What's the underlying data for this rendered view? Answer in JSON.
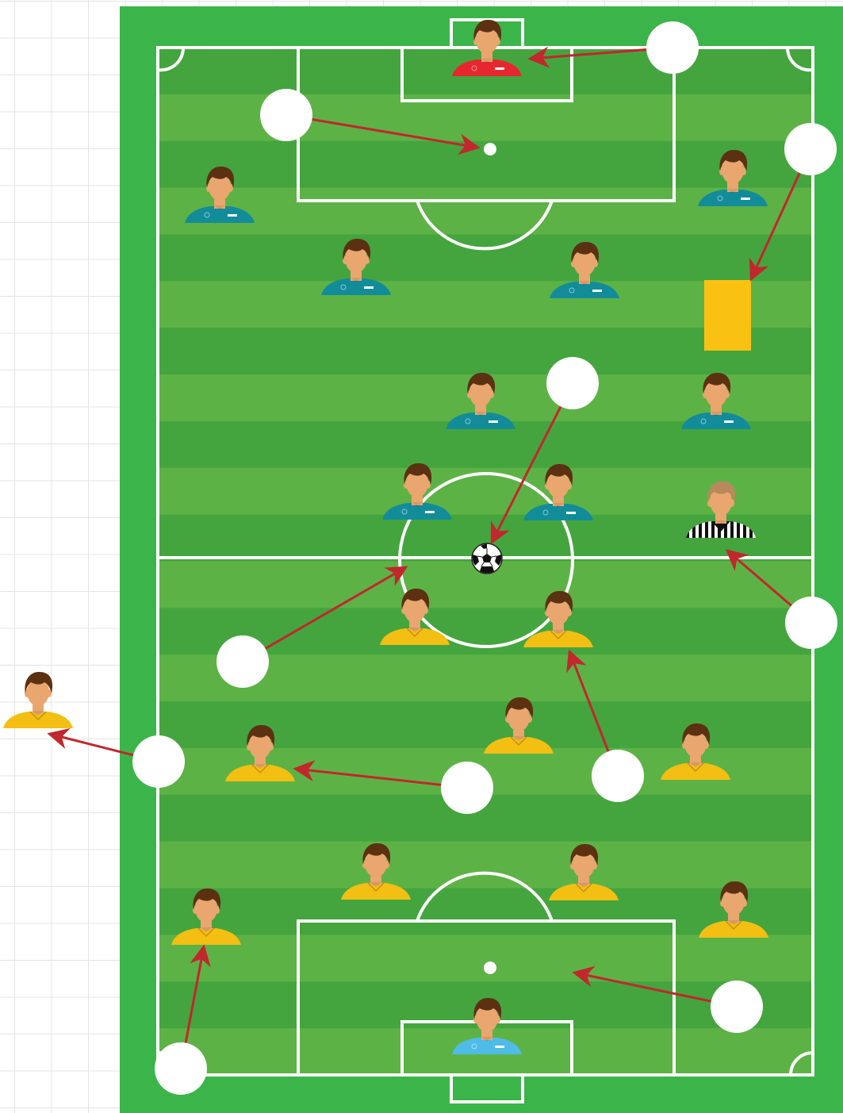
{
  "colors": {
    "outer_field": "#3bb54a",
    "stripe_dark": "#44a53e",
    "stripe_light": "#5db246",
    "lines": "#ffffff",
    "arrows": "#c1272d",
    "callout": "#ffffff",
    "yellow_card": "#f9c112",
    "team_top_shirt": "#138c9a",
    "team_bottom_shirt": "#f2bf12",
    "keeper_top_shirt": "#e8262f",
    "keeper_bottom_shirt": "#4fbce8",
    "skin": "#e9a66e",
    "hair": "#5b3112",
    "referee_hair": "#b9895b"
  },
  "players": [
    {
      "team": "top",
      "role": "goalkeeper",
      "icon": "goalkeeper-red-icon"
    },
    {
      "team": "top",
      "role": "outfield",
      "icon": "player-teal-icon"
    },
    {
      "team": "top",
      "role": "outfield",
      "icon": "player-teal-icon"
    },
    {
      "team": "top",
      "role": "outfield",
      "icon": "player-teal-icon"
    },
    {
      "team": "top",
      "role": "outfield",
      "icon": "player-teal-icon"
    },
    {
      "team": "top",
      "role": "outfield",
      "icon": "player-teal-icon"
    },
    {
      "team": "top",
      "role": "outfield",
      "icon": "player-teal-icon"
    },
    {
      "team": "top",
      "role": "outfield",
      "icon": "player-teal-icon"
    },
    {
      "team": "top",
      "role": "outfield",
      "icon": "player-teal-icon"
    },
    {
      "team": "bottom",
      "role": "outfield",
      "icon": "player-yellow-icon"
    },
    {
      "team": "bottom",
      "role": "outfield",
      "icon": "player-yellow-icon"
    },
    {
      "team": "bottom",
      "role": "outfield",
      "icon": "player-yellow-icon"
    },
    {
      "team": "bottom",
      "role": "outfield",
      "icon": "player-yellow-icon"
    },
    {
      "team": "bottom",
      "role": "outfield",
      "icon": "player-yellow-icon"
    },
    {
      "team": "bottom",
      "role": "outfield",
      "icon": "player-yellow-icon"
    },
    {
      "team": "bottom",
      "role": "outfield",
      "icon": "player-yellow-icon"
    },
    {
      "team": "bottom",
      "role": "outfield",
      "icon": "player-yellow-icon"
    },
    {
      "team": "bottom",
      "role": "outfield",
      "icon": "player-yellow-icon"
    },
    {
      "team": "bottom",
      "role": "substitute",
      "icon": "player-yellow-icon"
    },
    {
      "team": "bottom",
      "role": "goalkeeper",
      "icon": "goalkeeper-blue-icon"
    },
    {
      "team": "none",
      "role": "referee",
      "icon": "referee-icon"
    }
  ],
  "callouts": [
    {
      "target": "top-goalkeeper"
    },
    {
      "target": "top-penalty-spot"
    },
    {
      "target": "yellow-card"
    },
    {
      "target": "ball"
    },
    {
      "target": "referee"
    },
    {
      "target": "center-circle"
    },
    {
      "target": "substitute"
    },
    {
      "target": "yellow-midfielder"
    },
    {
      "target": "yellow-forward"
    },
    {
      "target": "yellow-defender"
    },
    {
      "target": "bottom-penalty-box"
    }
  ],
  "objects": {
    "ball_icon": "soccer-ball-icon",
    "card_icon": "yellow-card-icon"
  }
}
